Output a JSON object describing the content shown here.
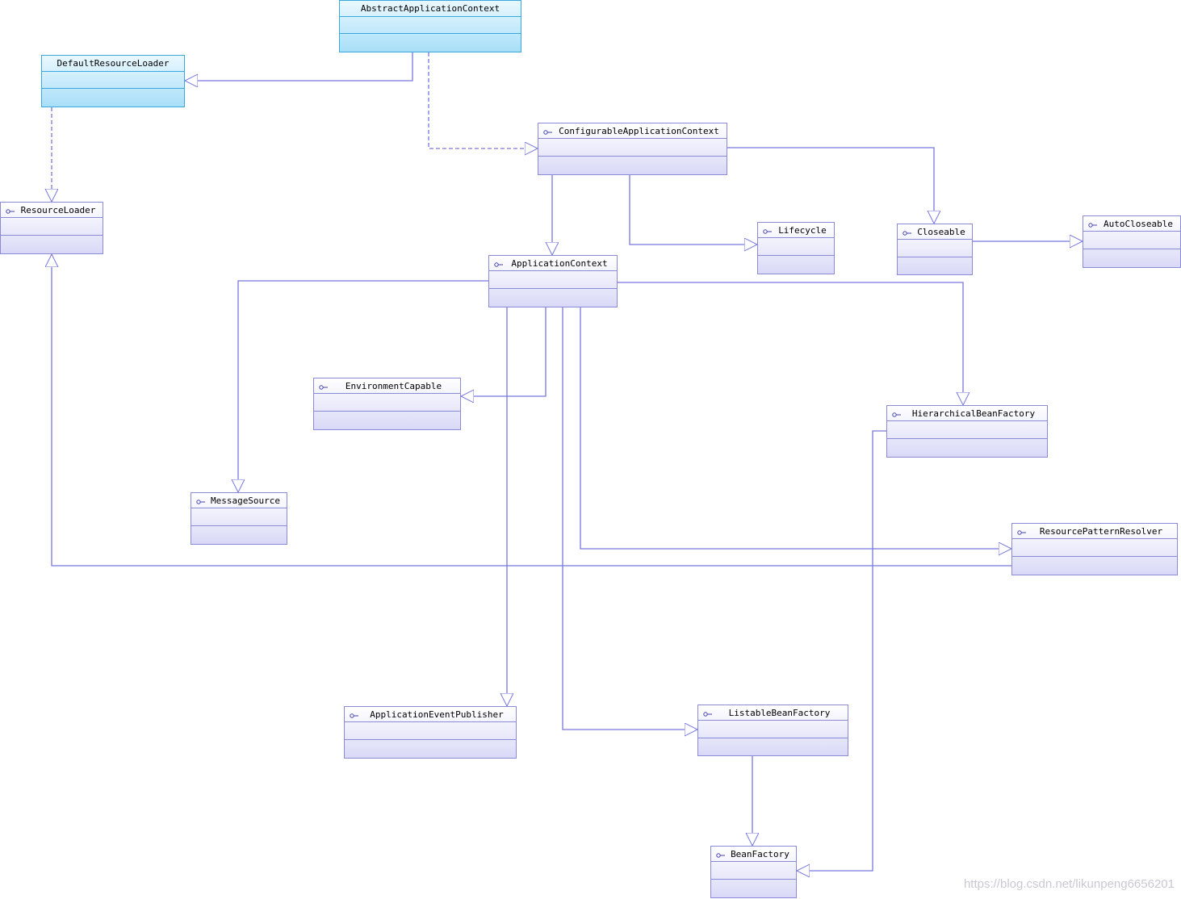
{
  "diagram": {
    "colors": {
      "line": "#7777dd",
      "interface_border": "#8a8ad6",
      "class_border": "#3aa8dc"
    },
    "watermark": "https://blog.csdn.net/likunpeng6656201",
    "classes": [
      {
        "id": "AbstractApplicationContext",
        "label": "AbstractApplicationContext",
        "kind": "class"
      },
      {
        "id": "DefaultResourceLoader",
        "label": "DefaultResourceLoader",
        "kind": "class"
      },
      {
        "id": "ConfigurableApplicationContext",
        "label": "ConfigurableApplicationContext",
        "kind": "interface"
      },
      {
        "id": "ResourceLoader",
        "label": "ResourceLoader",
        "kind": "interface"
      },
      {
        "id": "Lifecycle",
        "label": "Lifecycle",
        "kind": "interface"
      },
      {
        "id": "Closeable",
        "label": "Closeable",
        "kind": "interface"
      },
      {
        "id": "AutoCloseable",
        "label": "AutoCloseable",
        "kind": "interface"
      },
      {
        "id": "ApplicationContext",
        "label": "ApplicationContext",
        "kind": "interface"
      },
      {
        "id": "EnvironmentCapable",
        "label": "EnvironmentCapable",
        "kind": "interface"
      },
      {
        "id": "HierarchicalBeanFactory",
        "label": "HierarchicalBeanFactory",
        "kind": "interface"
      },
      {
        "id": "MessageSource",
        "label": "MessageSource",
        "kind": "interface"
      },
      {
        "id": "ResourcePatternResolver",
        "label": "ResourcePatternResolver",
        "kind": "interface"
      },
      {
        "id": "ApplicationEventPublisher",
        "label": "ApplicationEventPublisher",
        "kind": "interface"
      },
      {
        "id": "ListableBeanFactory",
        "label": "ListableBeanFactory",
        "kind": "interface"
      },
      {
        "id": "BeanFactory",
        "label": "BeanFactory",
        "kind": "interface"
      }
    ],
    "relations": [
      {
        "from": "AbstractApplicationContext",
        "to": "DefaultResourceLoader",
        "type": "extends"
      },
      {
        "from": "AbstractApplicationContext",
        "to": "ConfigurableApplicationContext",
        "type": "implements"
      },
      {
        "from": "DefaultResourceLoader",
        "to": "ResourceLoader",
        "type": "implements"
      },
      {
        "from": "ConfigurableApplicationContext",
        "to": "ApplicationContext",
        "type": "extends"
      },
      {
        "from": "ConfigurableApplicationContext",
        "to": "Lifecycle",
        "type": "extends"
      },
      {
        "from": "ConfigurableApplicationContext",
        "to": "Closeable",
        "type": "extends"
      },
      {
        "from": "Closeable",
        "to": "AutoCloseable",
        "type": "extends"
      },
      {
        "from": "ApplicationContext",
        "to": "MessageSource",
        "type": "extends"
      },
      {
        "from": "ApplicationContext",
        "to": "EnvironmentCapable",
        "type": "extends"
      },
      {
        "from": "ApplicationContext",
        "to": "HierarchicalBeanFactory",
        "type": "extends"
      },
      {
        "from": "ApplicationContext",
        "to": "ResourcePatternResolver",
        "type": "extends"
      },
      {
        "from": "ApplicationContext",
        "to": "ApplicationEventPublisher",
        "type": "extends"
      },
      {
        "from": "ApplicationContext",
        "to": "ListableBeanFactory",
        "type": "extends"
      },
      {
        "from": "ResourcePatternResolver",
        "to": "ResourceLoader",
        "type": "extends"
      },
      {
        "from": "ListableBeanFactory",
        "to": "BeanFactory",
        "type": "extends"
      },
      {
        "from": "HierarchicalBeanFactory",
        "to": "BeanFactory",
        "type": "extends"
      }
    ]
  }
}
